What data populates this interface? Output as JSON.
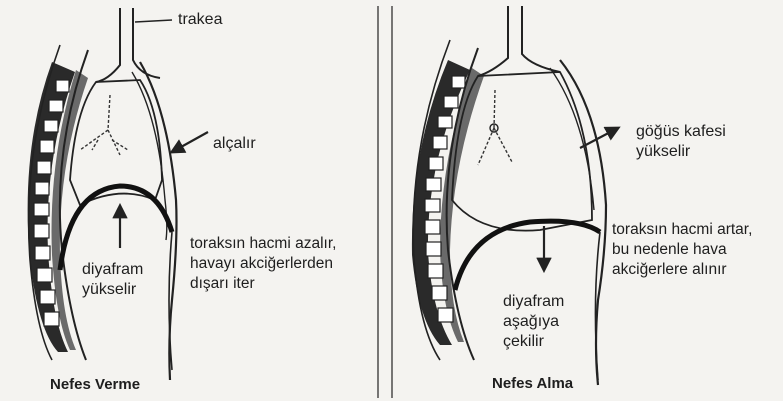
{
  "left_panel": {
    "caption": "Nefes Verme",
    "labels": {
      "trachea": "trakea",
      "ribcage": "alçalır",
      "volume": [
        "toraksın hacmi azalır,",
        "havayı akciğerlerden",
        "dışarı iter"
      ],
      "diaphragm": [
        "diyafram",
        "yükselir"
      ]
    }
  },
  "right_panel": {
    "caption": "Nefes Alma",
    "labels": {
      "ribcage": [
        "göğüs kafesi",
        "yükselir"
      ],
      "volume": [
        "toraksın hacmi artar,",
        "bu nedenle hava",
        "akciğerlere alınır"
      ],
      "diaphragm": [
        "diyafram",
        "aşağıya",
        "çekilir"
      ]
    }
  },
  "colors": {
    "background": "#f4f3f0",
    "ink": "#1e1e1e",
    "vertebra": "#ffffff"
  }
}
